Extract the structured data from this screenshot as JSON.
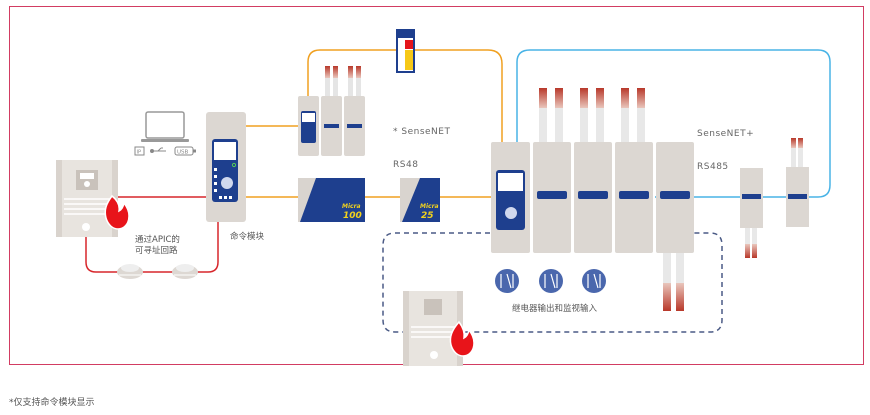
{
  "labels": {
    "addressable_loop": [
      "通过APIC的",
      "可寻址回路"
    ],
    "command_module": "命令模块",
    "sensenet_rs48": [
      "* SenseNET",
      "RS48"
    ],
    "sensenet_plus": [
      "SenseNET+",
      "RS485"
    ],
    "relay_io": "继电器输出和监视输入",
    "micra100": {
      "brand": "Micra",
      "model": "100"
    },
    "micra25": {
      "brand": "Micra",
      "model": "25"
    },
    "ports": {
      "ip": "IP",
      "usb": "USB"
    }
  },
  "footnote": "*仅支持命令模块显示",
  "colors": {
    "border": "#d23c62",
    "red_line": "#d7262b",
    "orange_line": "#f0a020",
    "blue_line": "#48b3e6",
    "dash_line": "#4a5a85",
    "module_gray": "#dcd7d2",
    "panel_blue": "#1e3f8e",
    "flame": "#e8141a",
    "relay_icon": "#4a67ad"
  }
}
